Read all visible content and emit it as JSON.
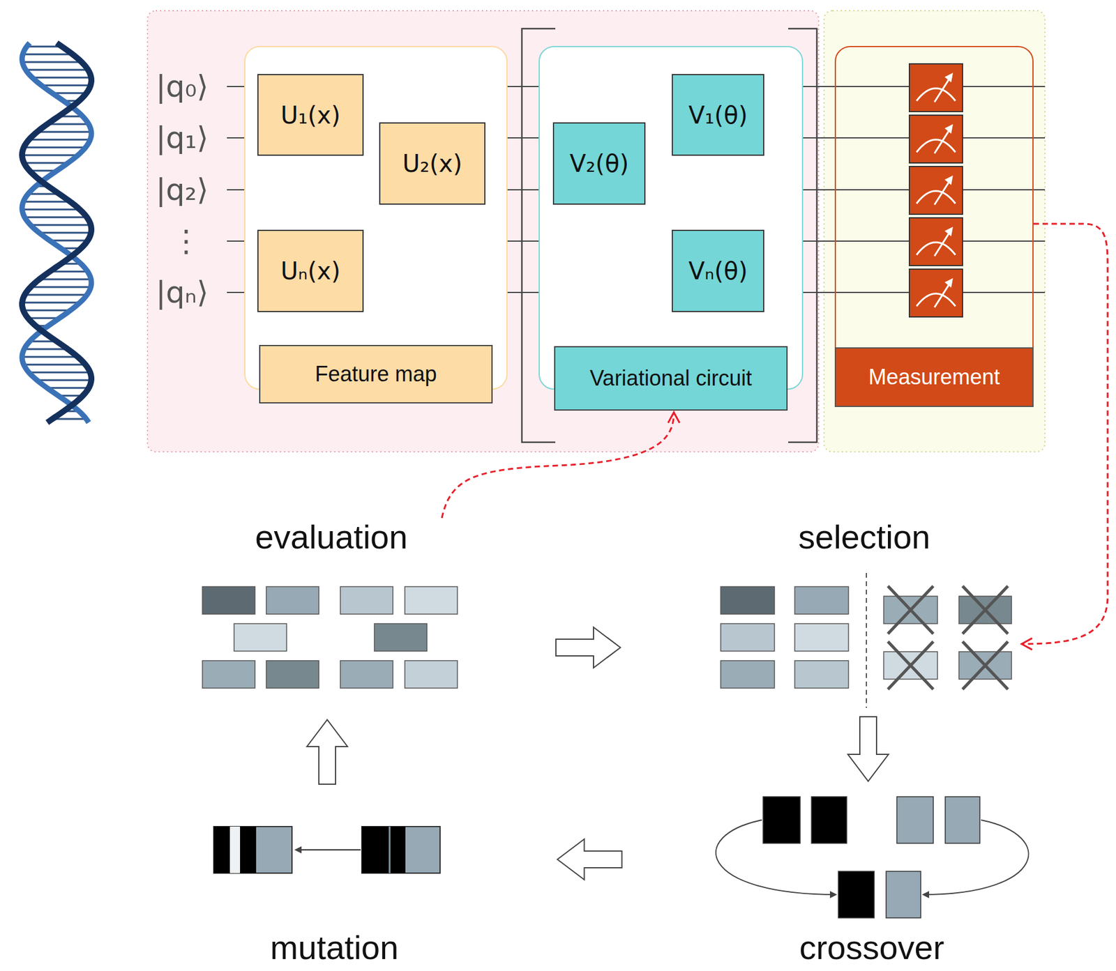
{
  "diagram": {
    "nodes": [
      {
        "text": [
          "Feature map"
        ]
      },
      {
        "text": [
          "U₁(x)"
        ],
        "in": 0
      },
      {
        "text": [
          "U₂(x)"
        ],
        "in": 0
      },
      {
        "text": [
          "Uₙ(x)"
        ],
        "in": 0
      },
      {
        "text": [
          "Variational circuit"
        ]
      },
      {
        "text": [
          "V₂(θ)"
        ],
        "in": 4
      },
      {
        "text": [
          "V₁(θ)"
        ],
        "in": 4
      },
      {
        "text": [
          "Vₙ(θ)"
        ],
        "in": 4
      },
      {
        "text": [
          "Measurement"
        ]
      },
      {
        "text": [
          "evaluation"
        ]
      },
      {
        "text": [
          "selection"
        ]
      },
      {
        "text": [
          "crossover"
        ]
      },
      {
        "text": [
          "mutation"
        ]
      }
    ],
    "edges": [
      {
        "from": 9,
        "to": 4,
        "arrow": "to"
      },
      {
        "from": 8,
        "to": 10,
        "arrow": "to"
      },
      {
        "from": 9,
        "to": 10,
        "arrow": "to"
      },
      {
        "from": 10,
        "to": 11,
        "arrow": "to"
      },
      {
        "from": 11,
        "to": 12,
        "arrow": "to"
      },
      {
        "from": 12,
        "to": 9,
        "arrow": "to"
      }
    ],
    "labels": [
      "|q₀⟩",
      "|q₁⟩",
      "|q₂⟩",
      "⋮",
      "|qₙ⟩"
    ]
  }
}
